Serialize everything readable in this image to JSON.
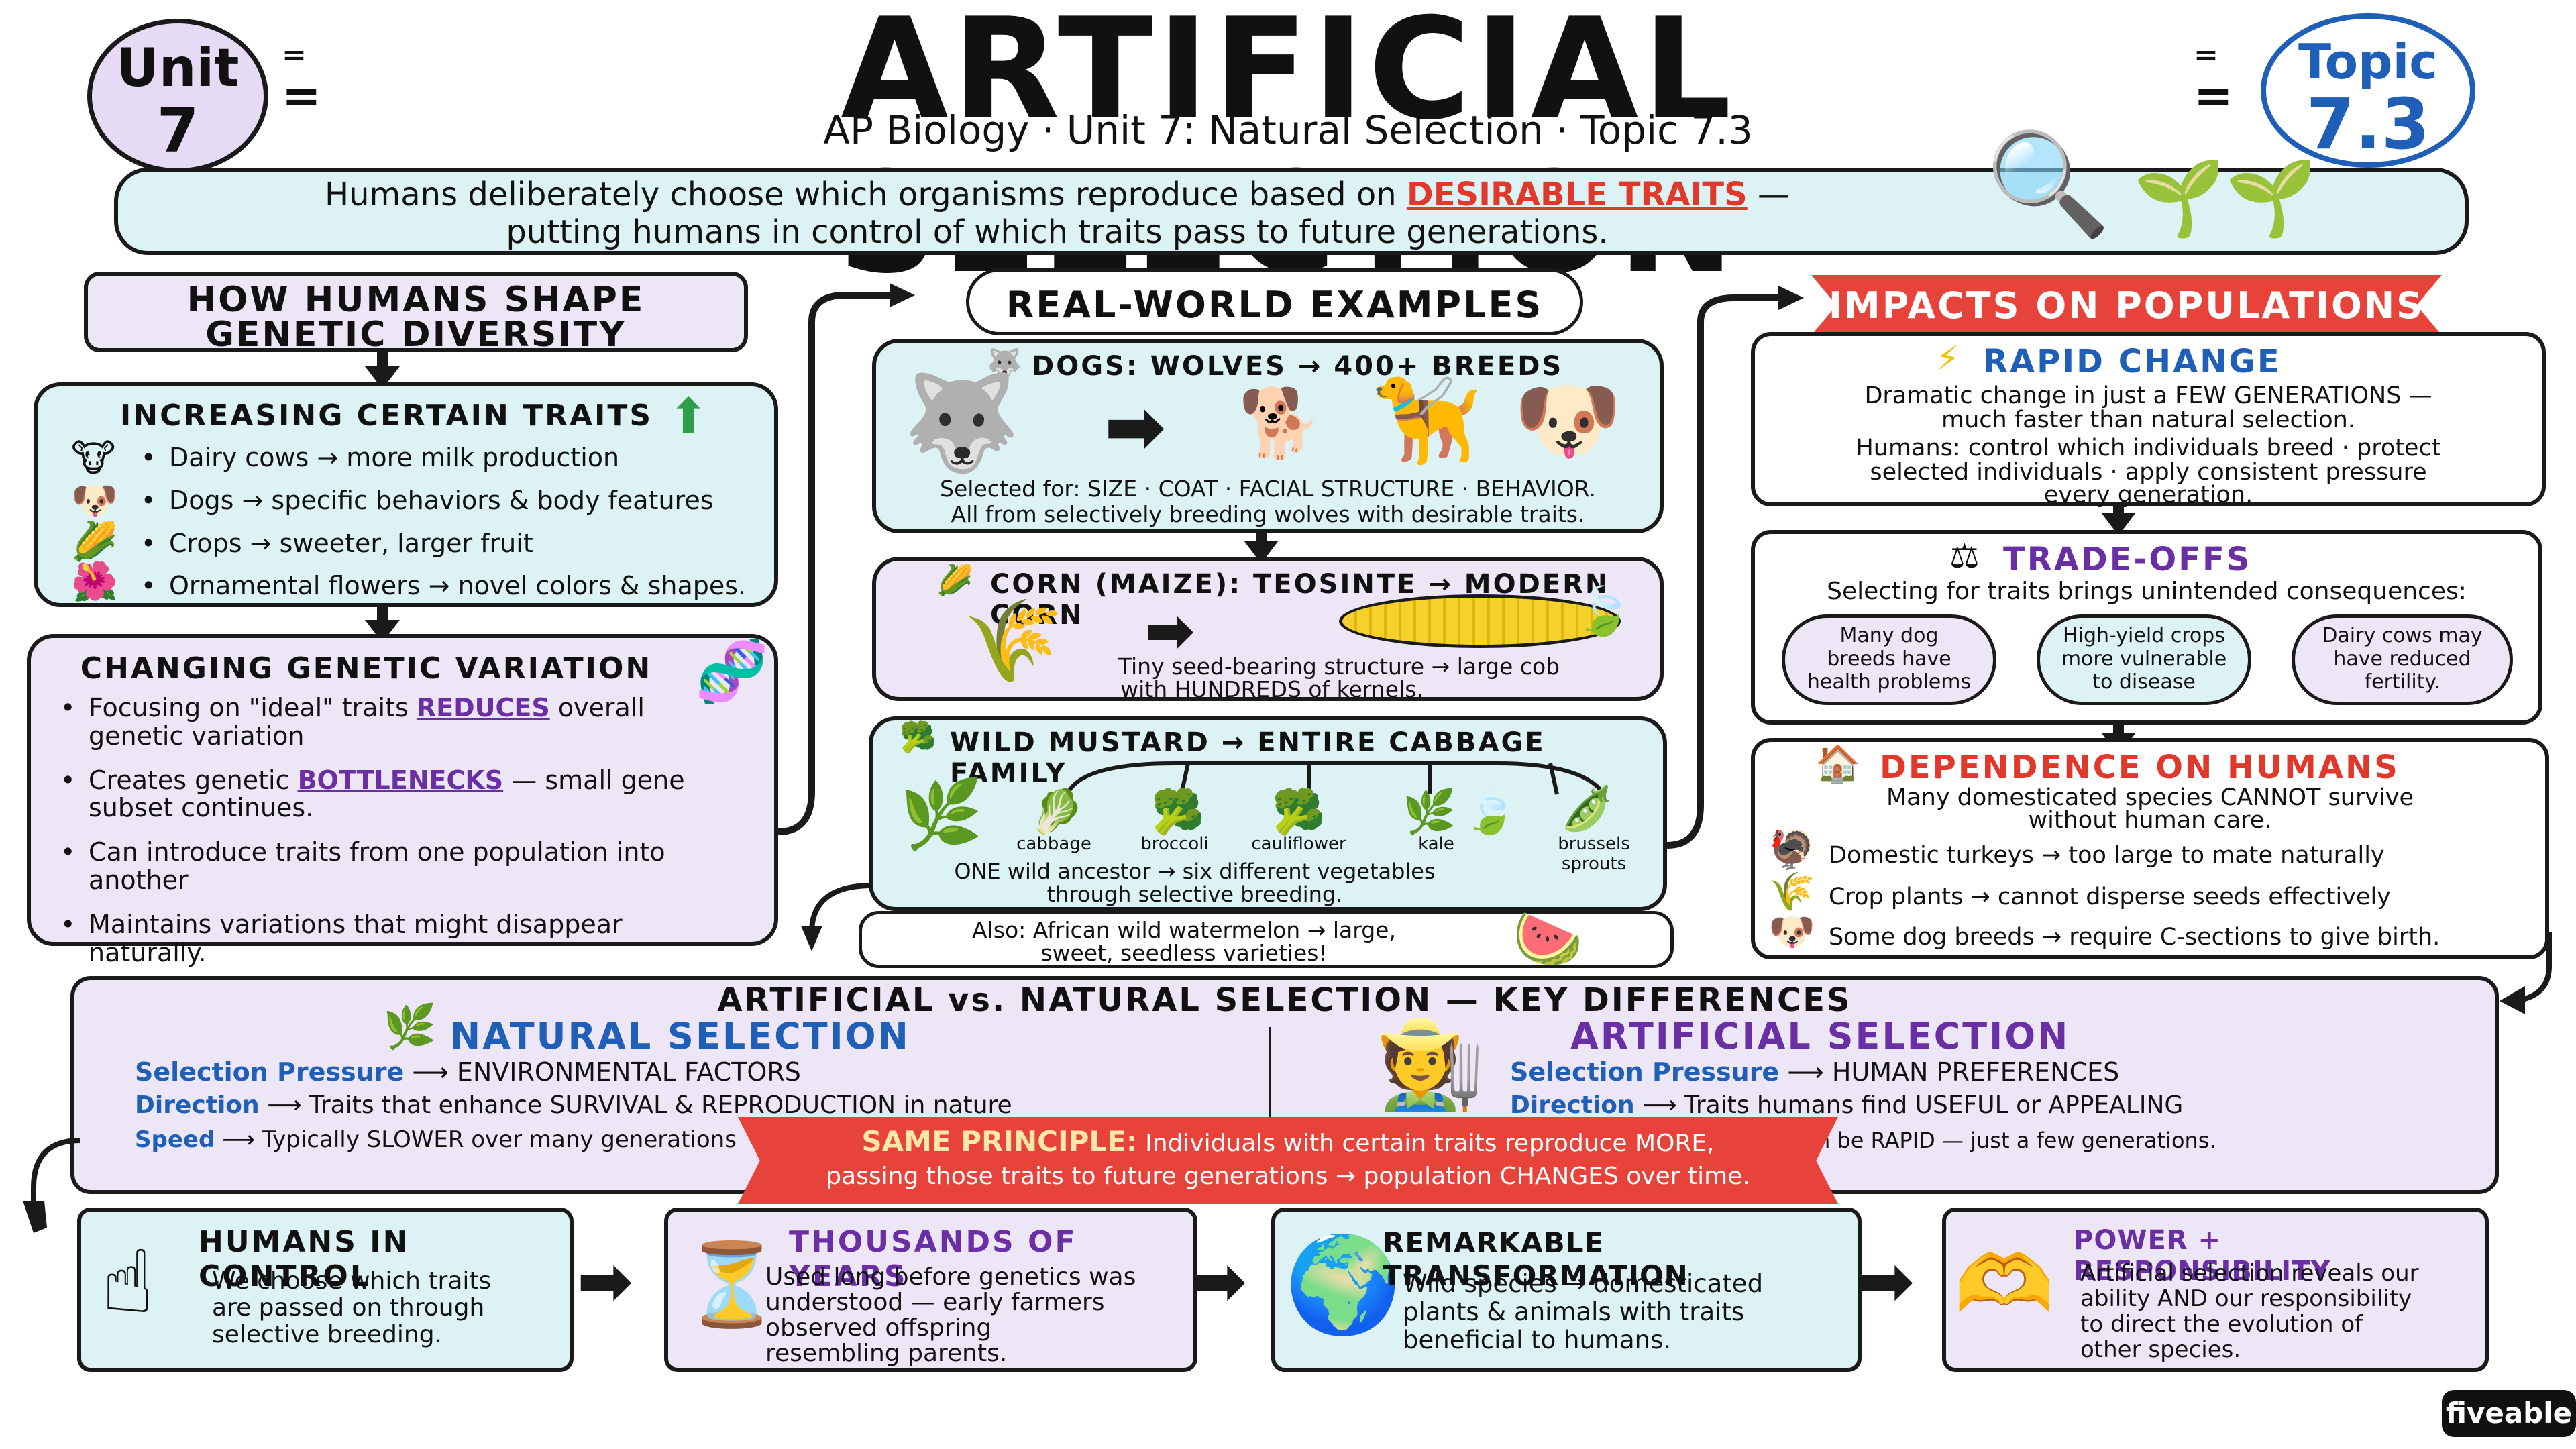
{
  "header": {
    "unit_label": "Unit",
    "unit_number": "7",
    "topic_label": "Topic",
    "topic_number": "7.3",
    "title": "ARTIFICIAL SELECTION",
    "subtitle": "AP Biology · Unit 7: Natural Selection · Topic 7.3"
  },
  "definition": {
    "line1_pre": "Humans deliberately choose which organisms reproduce based on",
    "highlight": "DESIRABLE TRAITS",
    "line1_post": "—",
    "line2": "putting humans in control of which traits pass to future generations."
  },
  "left": {
    "title_line1": "HOW HUMANS SHAPE",
    "title_line2": "GENETIC DIVERSITY",
    "increasing": {
      "title": "INCREASING CERTAIN TRAITS",
      "items": [
        "Dairy cows → more milk production",
        "Dogs → specific behaviors & body features",
        "Crops → sweeter, larger fruit",
        "Ornamental flowers → novel colors & shapes."
      ]
    },
    "changing": {
      "title": "CHANGING GENETIC VARIATION",
      "item1_pre": "Focusing on \"ideal\" traits",
      "item1_hl": "REDUCES",
      "item1_post": "overall genetic variation",
      "item2_pre": "Creates genetic",
      "item2_hl": "BOTTLENECKS",
      "item2_post": "— small gene subset continues.",
      "item3": "Can introduce traits from one population into another",
      "item4": "Maintains variations that might disappear naturally."
    }
  },
  "middle": {
    "title": "REAL-WORLD EXAMPLES",
    "dogs": {
      "title": "DOGS: WOLVES → 400+ BREEDS",
      "line1": "Selected for: SIZE · COAT · FACIAL STRUCTURE · BEHAVIOR.",
      "line2": "All from selectively breeding wolves with desirable traits."
    },
    "corn": {
      "title": "CORN (MAIZE): TEOSINTE → MODERN CORN",
      "line1": "Tiny seed-bearing structure → large cob",
      "line2": "with HUNDREDS of kernels."
    },
    "mustard": {
      "title": "WILD MUSTARD → ENTIRE CABBAGE FAMILY",
      "veg": [
        "cabbage",
        "broccoli",
        "cauliflower",
        "kale",
        "brussels sprouts"
      ],
      "line1": "ONE wild ancestor → six different vegetables",
      "line2": "through selective breeding."
    },
    "also": {
      "line1": "Also: African wild watermelon → large,",
      "line2": "sweet, seedless varieties!"
    }
  },
  "right": {
    "title": "IMPACTS ON POPULATIONS",
    "rapid": {
      "title": "RAPID CHANGE",
      "line1": "Dramatic change in just a FEW GENERATIONS —",
      "line2": "much faster than natural selection.",
      "line3": "Humans: control which individuals breed · protect",
      "line4": "selected individuals · apply consistent pressure",
      "line5": "every generation."
    },
    "tradeoffs": {
      "title": "TRADE-OFFS",
      "intro": "Selecting for traits brings unintended consequences:",
      "clouds": [
        [
          "Many dog",
          "breeds have",
          "health problems"
        ],
        [
          "High-yield crops",
          "more vulnerable",
          "to disease"
        ],
        [
          "Dairy cows may",
          "have reduced",
          "fertility."
        ]
      ]
    },
    "dependence": {
      "title": "DEPENDENCE ON HUMANS",
      "line1": "Many domesticated species CANNOT survive",
      "line2": "without human care.",
      "items": [
        "Domestic turkeys → too large to mate naturally",
        "Crop plants → cannot disperse seeds effectively",
        "Some dog breeds → require C-sections to give birth."
      ]
    }
  },
  "compare": {
    "title": "ARTIFICIAL vs. NATURAL SELECTION — KEY DIFFERENCES",
    "natural": {
      "title": "NATURAL SELECTION",
      "rows": [
        {
          "label": "Selection Pressure",
          "value": "ENVIRONMENTAL FACTORS"
        },
        {
          "label": "Direction",
          "value": "Traits that enhance SURVIVAL & REPRODUCTION in nature"
        },
        {
          "label": "Speed",
          "value": "Typically SLOWER over many generations"
        }
      ]
    },
    "artificial": {
      "title": "ARTIFICIAL SELECTION",
      "rows": [
        {
          "label": "Selection Pressure",
          "value": "HUMAN PREFERENCES"
        },
        {
          "label": "Direction",
          "value": "Traits humans find USEFUL or APPEALING"
        },
        {
          "label": "",
          "value": "Can be RAPID — just a few generations."
        }
      ]
    },
    "banner": {
      "label": "SAME PRINCIPLE:",
      "line1": "Individuals with certain traits reproduce MORE,",
      "line2": "passing those traits to future generations → population CHANGES over time."
    }
  },
  "bottom": [
    {
      "title": "HUMANS IN CONTROL",
      "lines": [
        "We choose which traits",
        "are passed on through",
        "selective breeding."
      ]
    },
    {
      "title": "THOUSANDS OF YEARS",
      "lines": [
        "Used long before genetics was",
        "understood — early farmers",
        "observed offspring",
        "resembling parents."
      ]
    },
    {
      "title": "REMARKABLE TRANSFORMATION",
      "lines": [
        "Wild species → domesticated",
        "plants & animals with traits",
        "beneficial to humans."
      ]
    },
    {
      "title": "POWER + RESPONSIBILITY",
      "lines": [
        "Artificial selection reveals our",
        "ability AND our responsibility",
        "to direct the evolution of",
        "other species."
      ]
    }
  ],
  "brand": "fiveable",
  "colors": {
    "cyan": "#ddf2f4",
    "lavender": "#ede6f7",
    "blue": "#1f5fb8",
    "purple": "#6a2ea5",
    "red": "#e0392b"
  },
  "icons": [
    "cow-icon",
    "dog-icon",
    "corn-icon",
    "flower-icon",
    "dna-icon",
    "wolf-icon",
    "chihuahua-icon",
    "retriever-icon",
    "basset-icon",
    "teosinte-icon",
    "mustard-icon",
    "cabbage-icon",
    "broccoli-icon",
    "cauliflower-icon",
    "kale-icon",
    "brussels-icon",
    "watermelon-icon",
    "lightning-icon",
    "scales-icon",
    "house-icon",
    "turkey-icon",
    "wheat-icon",
    "leaf-icon",
    "farmer-icon",
    "pointing-hand-icon",
    "hourglass-icon",
    "globe-icon",
    "heart-hands-icon",
    "magnifier-person-icon",
    "seedlings-icon"
  ]
}
